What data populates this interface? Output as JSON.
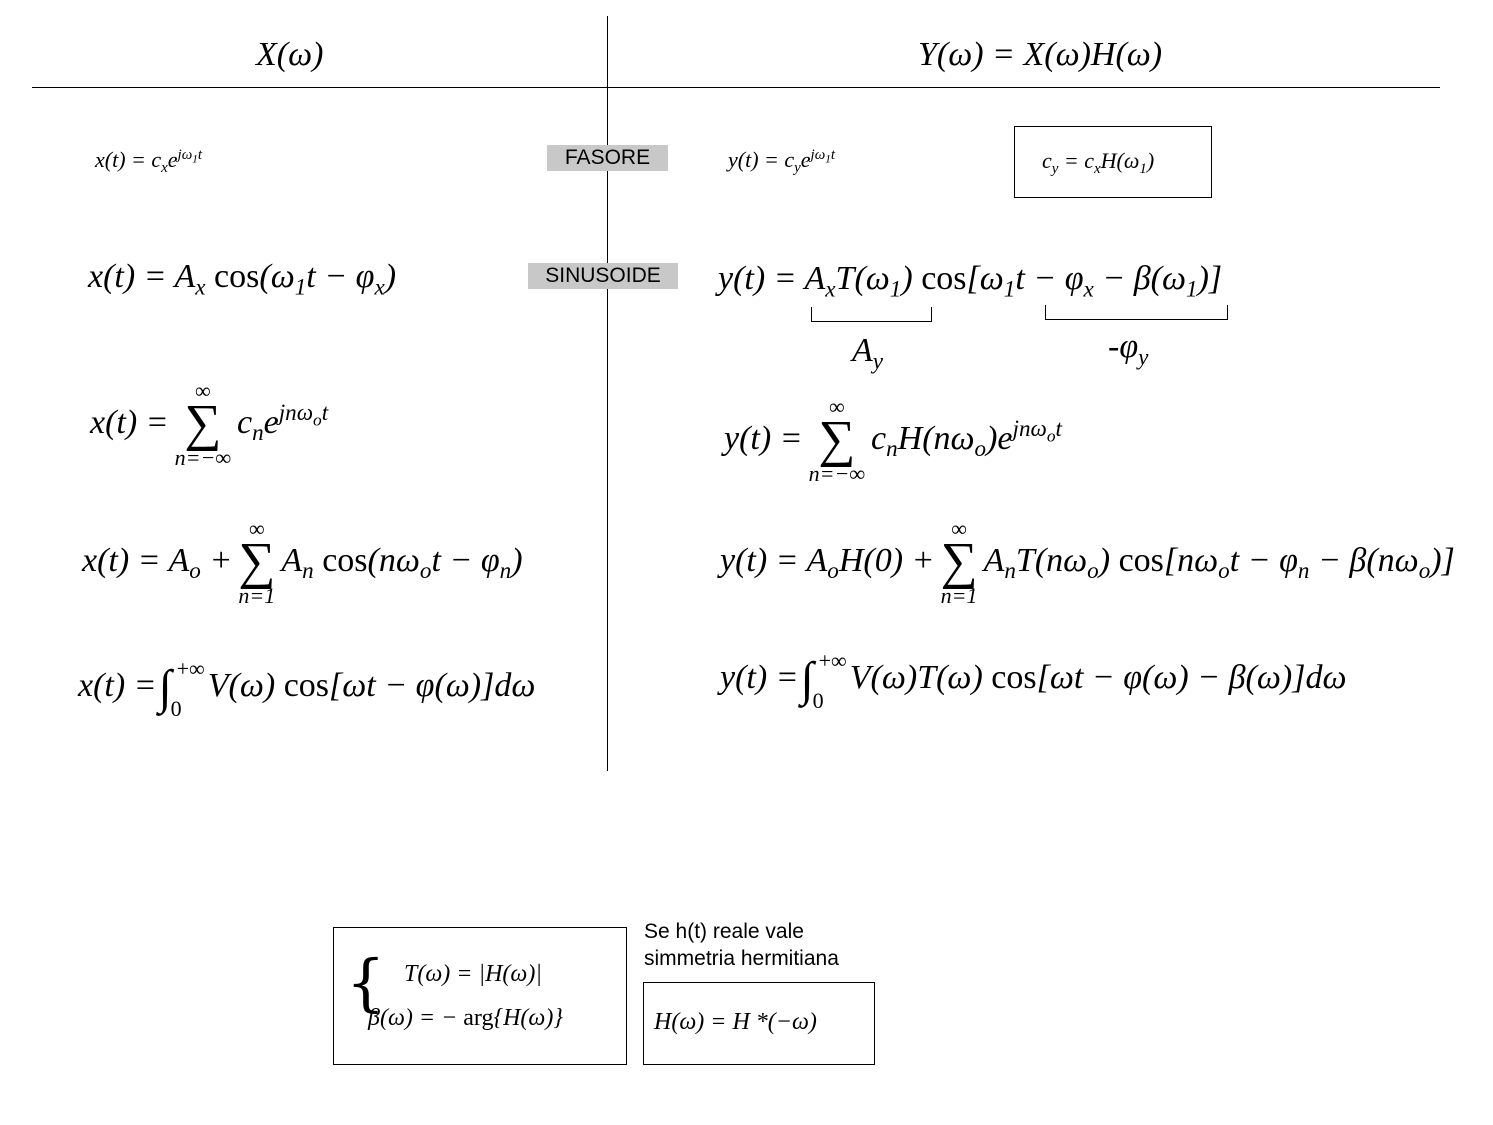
{
  "headers": {
    "left": "X(ω)",
    "right": "Y(ω) = X(ω)H(ω)"
  },
  "labels": {
    "fasore": "FASORE",
    "sinusoide": "SINUSOIDE"
  },
  "annotations": {
    "amplitude": "A",
    "amplitude_sub": "y",
    "phase": "-φ",
    "phase_sub": "y"
  },
  "note": {
    "line1": "Se h(t) reale vale",
    "line2": "simmetria hermitiana"
  },
  "colors": {
    "background": "#ffffff",
    "tag_background": "#c8c8c8",
    "lines": "#000000"
  }
}
